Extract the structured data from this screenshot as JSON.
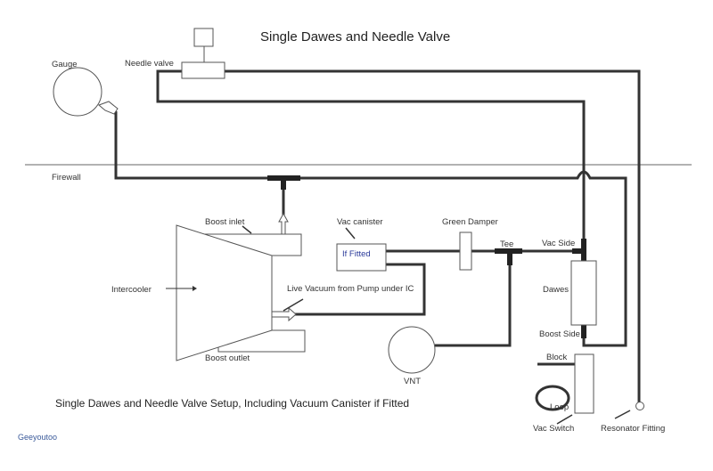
{
  "title": "Single Dawes and Needle Valve",
  "labels": {
    "gauge": "Gauge",
    "needle_valve": "Needle valve",
    "firewall": "Firewall",
    "boost_inlet": "Boost inlet",
    "boost_outlet": "Boost outlet",
    "intercooler": "Intercooler",
    "vac_canister": "Vac canister",
    "if_fitted": "If Fitted",
    "live_vacuum": "Live Vacuum from Pump under IC",
    "green_damper": "Green Damper",
    "tee": "Tee",
    "vac_side": "Vac Side",
    "dawes": "Dawes",
    "boost_side": "Boost Side",
    "block": "Block",
    "loop": "Loop",
    "vac_switch": "Vac Switch",
    "vnt": "VNT",
    "resonator_fitting": "Resonator  Fitting"
  },
  "caption": "Single Dawes and Needle Valve Setup, Including Vacuum Canister if Fitted",
  "author": "Geeyoutoo",
  "colors": {
    "if_fitted": "#2a3a9a",
    "author": "#3a5a9a"
  }
}
